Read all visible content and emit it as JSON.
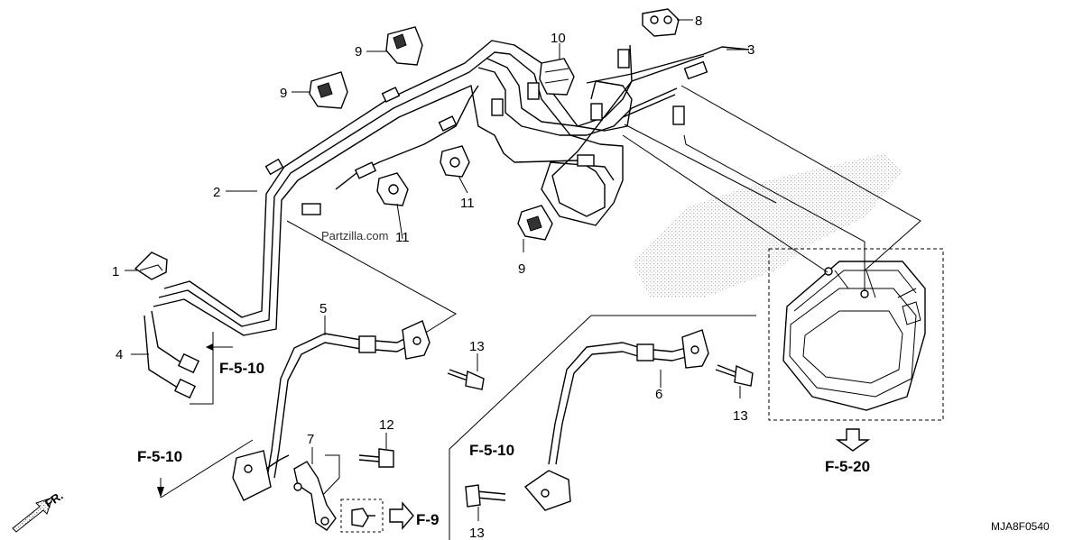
{
  "diagram": {
    "callouts": {
      "c1": "1",
      "c2": "2",
      "c3": "3",
      "c4": "4",
      "c5": "5",
      "c6": "6",
      "c7": "7",
      "c8": "8",
      "c9a": "9",
      "c9b": "9",
      "c9c": "9",
      "c10": "10",
      "c11a": "11",
      "c11b": "11",
      "c12": "12",
      "c13a": "13",
      "c13b": "13",
      "c13c": "13"
    },
    "refs": {
      "f510_left": "F-5-10",
      "f510_lower": "F-5-10",
      "f510_center": "F-5-10",
      "f520": "F-5-20",
      "f9": "F-9"
    },
    "front_label": "FR.",
    "watermark": "Partzilla.com",
    "diagram_code": "MJA8F0540"
  }
}
